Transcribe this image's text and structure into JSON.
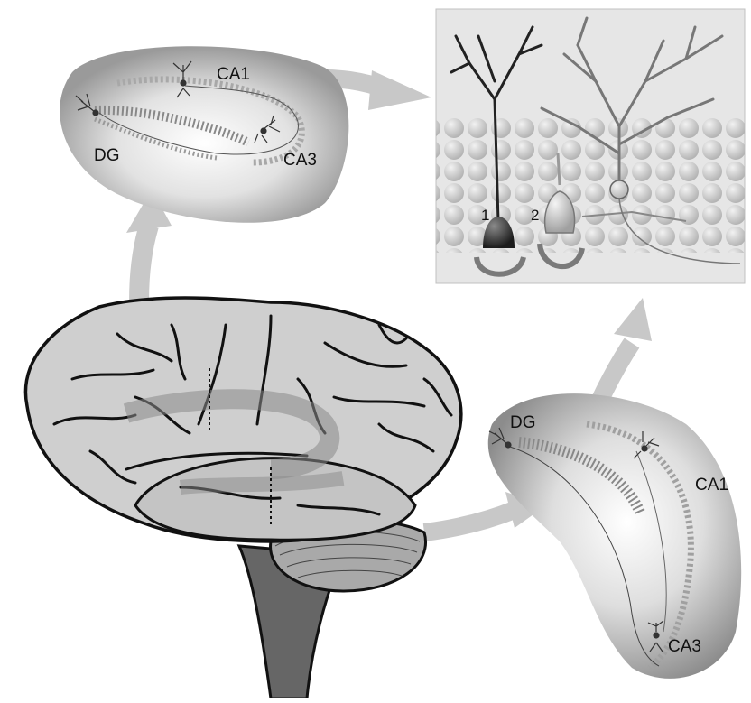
{
  "diagram": {
    "top_hippocampus": {
      "labels": {
        "ca1": "CA1",
        "dg": "DG",
        "ca3": "CA3"
      }
    },
    "bottom_hippocampus": {
      "labels": {
        "dg": "DG",
        "ca1": "CA1",
        "ca3": "CA3"
      }
    },
    "neuron_panel": {
      "labels": {
        "neuron_1": "1",
        "neuron_2": "2"
      }
    }
  },
  "colors": {
    "arrow": "#c8c8c8",
    "brain_fill": "#cfcfcf",
    "brain_outline": "#1a1a1a",
    "panel_bg": "#e2e2e2",
    "cell": "#bdbdbd"
  }
}
